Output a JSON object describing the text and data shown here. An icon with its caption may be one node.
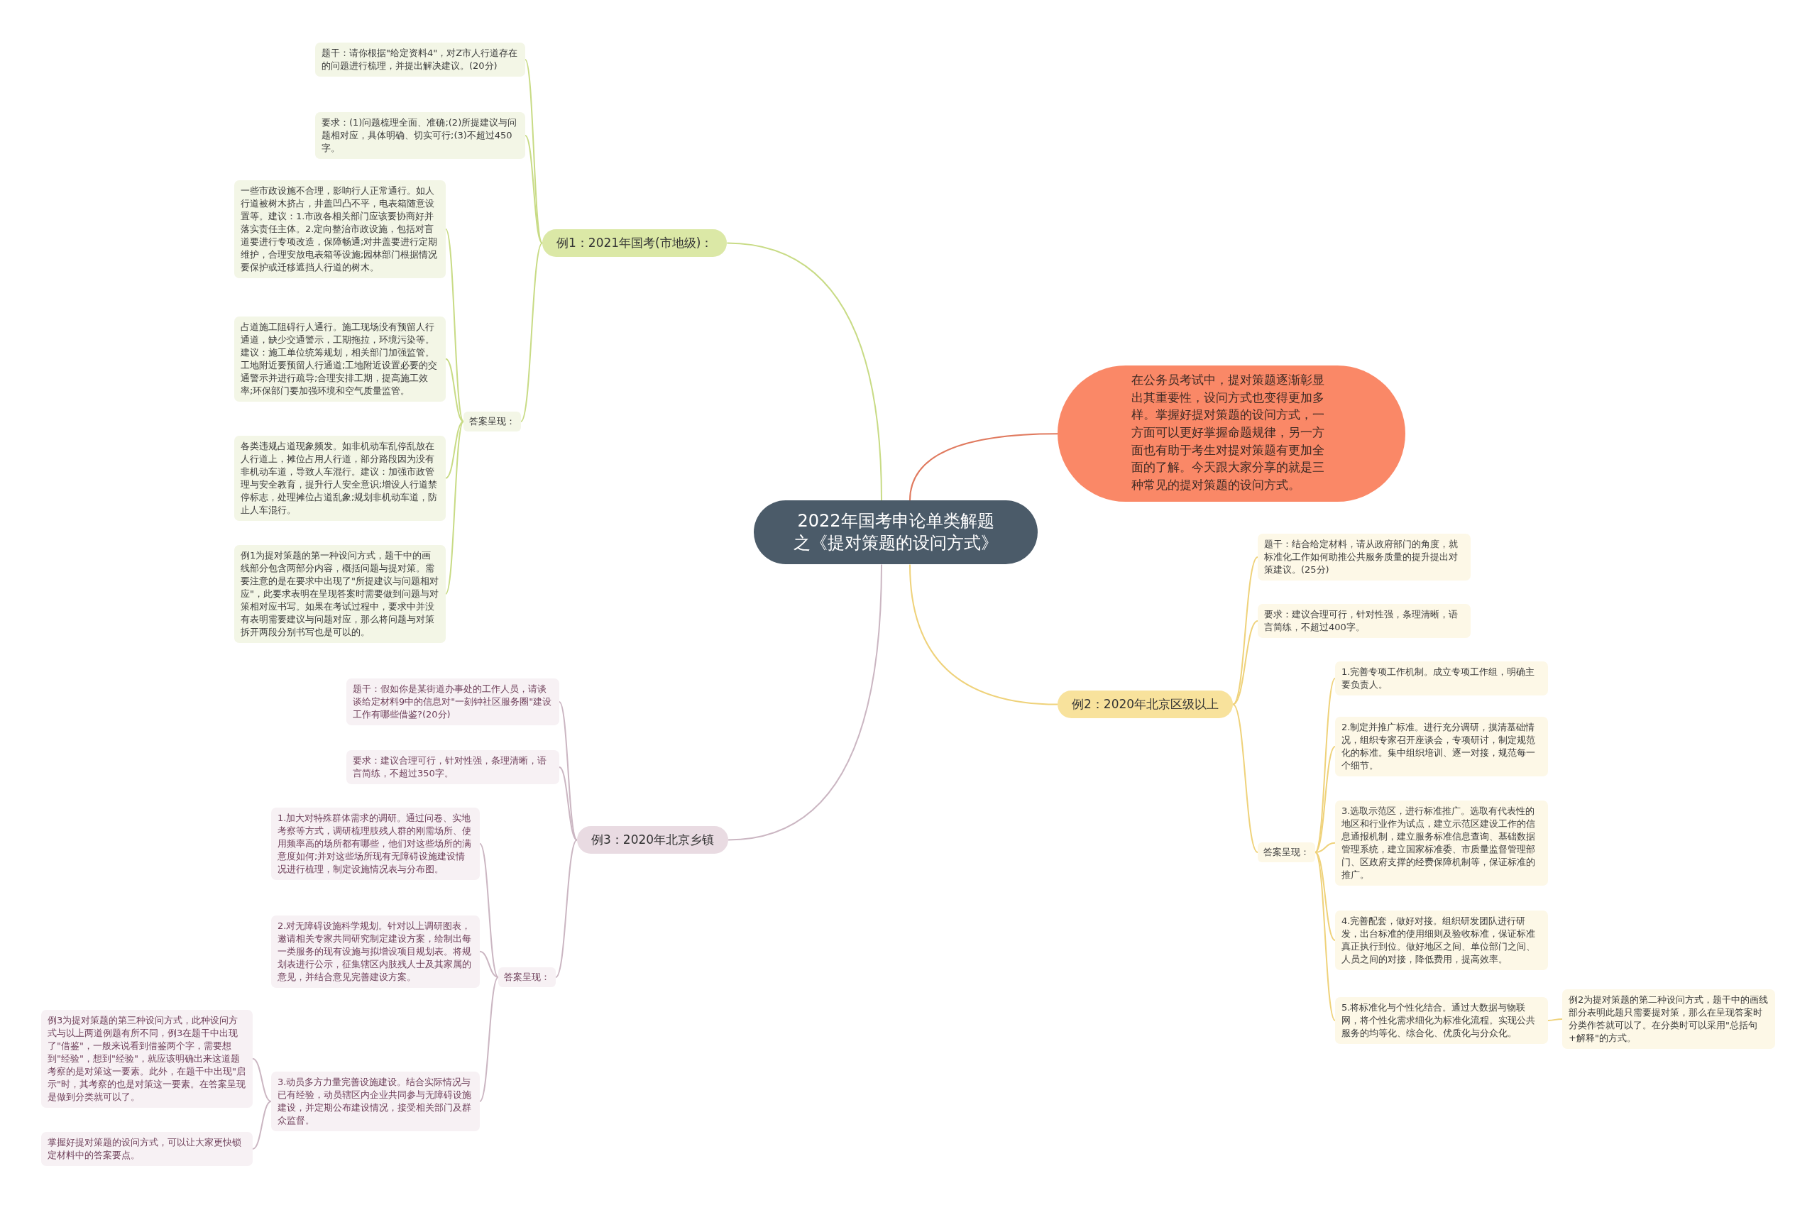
{
  "diagram": {
    "nodes": [
      {
        "text": [
          "2022年国考申论单类解题之《提对策题的设问方式》"
        ]
      },
      {
        "text": [
          "在公务员考试中，提对策题逐渐彰显出其重要性，设问方式也变得更加多样。掌握好提对策题的设问方式，一方面可以更好掌握命题规律，另一方面也有助于考生对提对策题有更加全面的了解。今天跟大家分享的就是三种常见的提对策题的设问方式。"
        ]
      },
      {
        "text": [
          "例1：2021年国考(市地级)："
        ]
      },
      {
        "text": [
          "题干：请你根据\"给定资料4\"，对Z市人行道存在的问题进行梳理，并提出解决建议。(20分)"
        ]
      },
      {
        "text": [
          "要求：(1)问题梳理全面、准确;(2)所提建议与问题相对应，具体明确、切实可行;(3)不超过450字。"
        ]
      },
      {
        "text": [
          "答案呈现："
        ]
      },
      {
        "text": [
          "一些市政设施不合理，影响行人正常通行。如人行道被树木挤占，井盖凹凸不平，电表箱随意设置等。建议：1.市政各相关部门应该要协商好并落实责任主体。2.定向整治市政设施，包括对盲道要进行专项改造，保障畅通;对井盖要进行定期维护，合理安放电表箱等设施;园林部门根据情况要保护或迁移遮挡人行道的树木。"
        ]
      },
      {
        "text": [
          "占道施工阻碍行人通行。施工现场没有预留人行通道，缺少交通警示，工期拖拉，环境污染等。建议：施工单位统筹规划，相关部门加强监管。工地附近要预留人行通道;工地附近设置必要的交通警示并进行疏导;合理安排工期，提高施工效率;环保部门要加强环境和空气质量监管。"
        ]
      },
      {
        "text": [
          "各类违规占道现象频发。如非机动车乱停乱放在人行道上，摊位占用人行道，部分路段因为没有非机动车道，导致人车混行。建议：加强市政管理与安全教育，提升行人安全意识;增设人行道禁停标志，处理摊位占道乱象;规划非机动车道，防止人车混行。"
        ]
      },
      {
        "text": [
          "例1为提对策题的第一种设问方式，题干中的画线部分包含两部分内容，概括问题与提对策。需要注意的是在要求中出现了\"所提建议与问题相对应\"，此要求表明在呈现答案时需要做到问题与对策相对应书写。如果在考试过程中，要求中并没有表明需要建议与问题对应，那么将问题与对策拆开两段分别书写也是可以的。"
        ]
      },
      {
        "text": [
          "例2：2020年北京区级以上"
        ]
      },
      {
        "text": [
          "题干：结合给定材料，请从政府部门的角度，就标准化工作如何助推公共服务质量的提升提出对策建议。(25分)"
        ]
      },
      {
        "text": [
          "要求：建议合理可行，针对性强，条理清晰，语言简练，不超过400字。"
        ]
      },
      {
        "text": [
          "答案呈现："
        ]
      },
      {
        "text": [
          "1.完善专项工作机制。成立专项工作组，明确主要负责人。"
        ]
      },
      {
        "text": [
          "2.制定并推广标准。进行充分调研，摸清基础情况，组织专家召开座谈会，专项研讨，制定规范化的标准。集中组织培训、逐一对接，规范每一个细节。"
        ]
      },
      {
        "text": [
          "3.选取示范区，进行标准推广。选取有代表性的地区和行业作为试点，建立示范区建设工作的信息通报机制，建立服务标准信息查询、基础数据管理系统，建立国家标准委、市质量监督管理部门、区政府支撑的经费保障机制等，保证标准的推广。"
        ]
      },
      {
        "text": [
          "4.完善配套，做好对接。组织研发团队进行研发，出台标准的使用细则及验收标准，保证标准真正执行到位。做好地区之间、单位部门之间、人员之间的对接，降低费用，提高效率。"
        ]
      },
      {
        "text": [
          "5.将标准化与个性化结合。通过大数据与物联网，将个性化需求细化为标准化流程。实现公共服务的均等化、综合化、优质化与分众化。"
        ]
      },
      {
        "text": [
          "例2为提对策题的第二种设问方式，题干中的画线部分表明此题只需要提对策，那么在呈现答案时分类作答就可以了。在分类时可以采用\"总括句+解释\"的方式。"
        ]
      },
      {
        "text": [
          "例3：2020年北京乡镇"
        ]
      },
      {
        "text": [
          "题干：假如你是某街道办事处的工作人员，请谈谈给定材料9中的信息对\"一刻钟社区服务圈\"建设工作有哪些借鉴?(20分)"
        ]
      },
      {
        "text": [
          "要求：建议合理可行，针对性强，条理清晰，语言简练，不超过350字。"
        ]
      },
      {
        "text": [
          "答案呈现："
        ]
      },
      {
        "text": [
          "1.加大对特殊群体需求的调研。通过问卷、实地考察等方式，调研梳理肢残人群的刚需场所、使用频率高的场所都有哪些，他们对这些场所的满意度如何;并对这些场所现有无障碍设施建设情况进行梳理，制定设施情况表与分布图。"
        ]
      },
      {
        "text": [
          "2.对无障碍设施科学规划。针对以上调研图表，邀请相关专家共同研究制定建设方案，绘制出每一类服务的现有设施与拟增设项目规划表。将规划表进行公示，征集辖区内肢残人士及其家属的意见，并结合意见完善建设方案。"
        ]
      },
      {
        "text": [
          "3.动员多方力量完善设施建设。结合实际情况与已有经验，动员辖区内企业共同参与无障碍设施建设，并定期公布建设情况，接受相关部门及群众监督。"
        ]
      },
      {
        "text": [
          "例3为提对策题的第三种设问方式，此种设问方式与以上两道例题有所不同，例3在题干中出现了\"借鉴\"，一般来说看到借鉴两个字，需要想到\"经验\"，想到\"经验\"，就应该明确出来这道题考察的是对策这一要素。此外，在题干中出现\"启示\"时，其考察的也是对策这一要素。在答案呈现是做到分类就可以了。"
        ]
      },
      {
        "text": [
          "掌握好提对策题的设问方式，可以让大家更快锁定材料中的答案要点。"
        ]
      }
    ],
    "edges": [
      {
        "from": 0,
        "to": 1,
        "arrow": "none",
        "color": "#e07a5f"
      },
      {
        "from": 0,
        "to": 2,
        "arrow": "none",
        "color": "#c8db85"
      },
      {
        "from": 0,
        "to": 10,
        "arrow": "none",
        "color": "#efd27a"
      },
      {
        "from": 0,
        "to": 20,
        "arrow": "none",
        "color": "#cbb6c2"
      },
      {
        "from": 2,
        "to": 3,
        "arrow": "none",
        "color": "#c8db85"
      },
      {
        "from": 2,
        "to": 4,
        "arrow": "none",
        "color": "#c8db85"
      },
      {
        "from": 2,
        "to": 5,
        "arrow": "none",
        "color": "#c8db85"
      },
      {
        "from": 5,
        "to": 6,
        "arrow": "none",
        "color": "#c8db85"
      },
      {
        "from": 5,
        "to": 7,
        "arrow": "none",
        "color": "#c8db85"
      },
      {
        "from": 5,
        "to": 8,
        "arrow": "none",
        "color": "#c8db85"
      },
      {
        "from": 5,
        "to": 9,
        "arrow": "none",
        "color": "#c8db85"
      },
      {
        "from": 10,
        "to": 11,
        "arrow": "none",
        "color": "#efd27a"
      },
      {
        "from": 10,
        "to": 12,
        "arrow": "none",
        "color": "#efd27a"
      },
      {
        "from": 10,
        "to": 13,
        "arrow": "none",
        "color": "#efd27a"
      },
      {
        "from": 13,
        "to": 14,
        "arrow": "none",
        "color": "#efd27a"
      },
      {
        "from": 13,
        "to": 15,
        "arrow": "none",
        "color": "#efd27a"
      },
      {
        "from": 13,
        "to": 16,
        "arrow": "none",
        "color": "#efd27a"
      },
      {
        "from": 13,
        "to": 17,
        "arrow": "none",
        "color": "#efd27a"
      },
      {
        "from": 13,
        "to": 18,
        "arrow": "none",
        "color": "#efd27a"
      },
      {
        "from": 18,
        "to": 19,
        "arrow": "none",
        "color": "#efd27a"
      },
      {
        "from": 20,
        "to": 21,
        "arrow": "none",
        "color": "#cbb6c2"
      },
      {
        "from": 20,
        "to": 22,
        "arrow": "none",
        "color": "#cbb6c2"
      },
      {
        "from": 20,
        "to": 23,
        "arrow": "none",
        "color": "#cbb6c2"
      },
      {
        "from": 23,
        "to": 24,
        "arrow": "none",
        "color": "#cbb6c2"
      },
      {
        "from": 23,
        "to": 25,
        "arrow": "none",
        "color": "#cbb6c2"
      },
      {
        "from": 23,
        "to": 26,
        "arrow": "none",
        "color": "#cbb6c2"
      },
      {
        "from": 26,
        "to": 27,
        "arrow": "none",
        "color": "#cbb6c2"
      },
      {
        "from": 26,
        "to": 28,
        "arrow": "none",
        "color": "#cbb6c2"
      }
    ]
  }
}
